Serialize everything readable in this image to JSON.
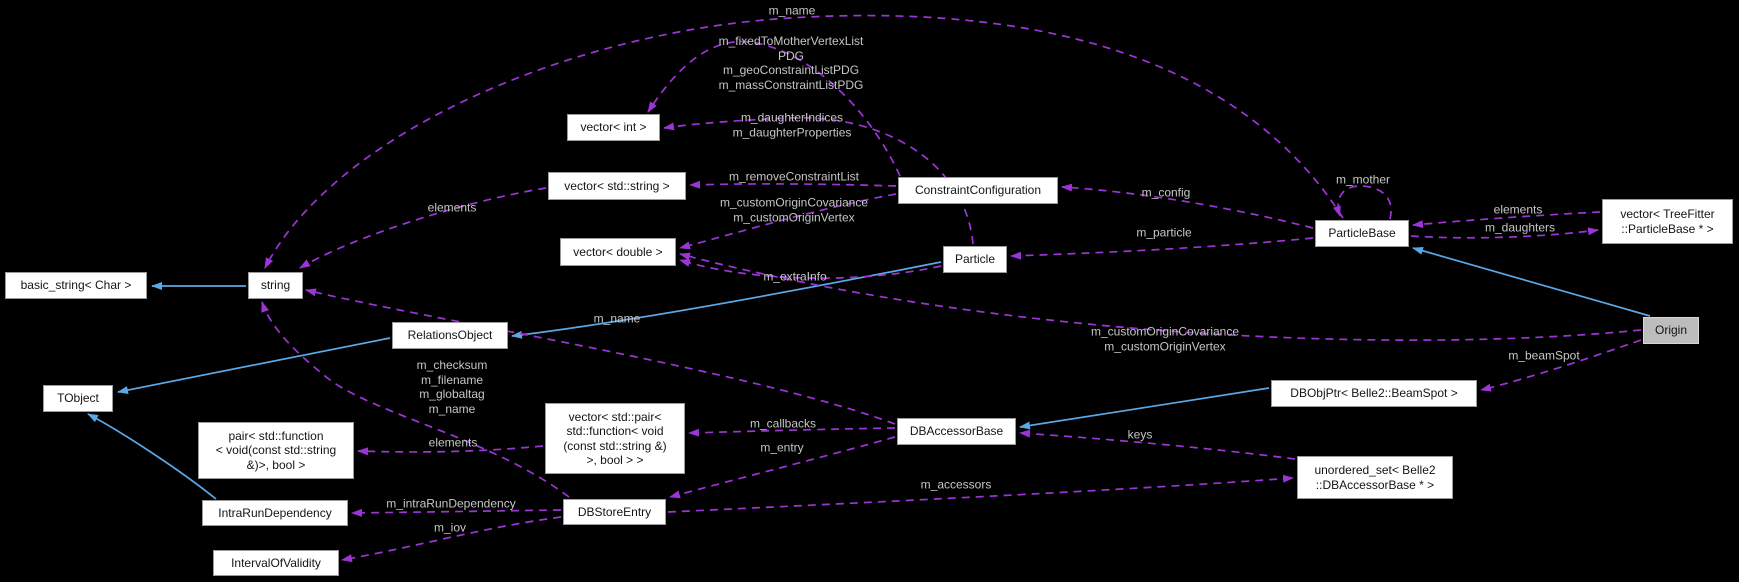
{
  "diagram": {
    "type": "collaboration-graph",
    "highlighted_node": "Origin",
    "colors": {
      "background": "#000000",
      "node_fill": "#ffffff",
      "node_border": "#9a9a9a",
      "node_text": "#141414",
      "highlight_fill": "#bdbdbd",
      "usage_edge": "#9c35d6",
      "inheritance_edge": "#5aa8e8",
      "edge_label_text": "#c6c6c6"
    },
    "nodes": [
      {
        "id": "vector-int",
        "label": "vector< int >"
      },
      {
        "id": "vector-std-string",
        "label": "vector< std::string >"
      },
      {
        "id": "vector-double",
        "label": "vector< double >"
      },
      {
        "id": "constraint-configuration",
        "label": "ConstraintConfiguration"
      },
      {
        "id": "particle",
        "label": "Particle"
      },
      {
        "id": "particle-base",
        "label": "ParticleBase"
      },
      {
        "id": "vector-treefitter-particlebase",
        "label": "vector< TreeFitter\n::ParticleBase * >"
      },
      {
        "id": "origin",
        "label": "Origin"
      },
      {
        "id": "basic-string-char",
        "label": "basic_string< Char >"
      },
      {
        "id": "string",
        "label": "string"
      },
      {
        "id": "relations-object",
        "label": "RelationsObject"
      },
      {
        "id": "tobject",
        "label": "TObject"
      },
      {
        "id": "pair-std-function",
        "label": "pair< std::function\n< void(const std::string\n&)>, bool >"
      },
      {
        "id": "vector-std-pair",
        "label": "vector< std::pair<\nstd::function< void\n(const std::string &)\n>, bool > >"
      },
      {
        "id": "db-accessor-base",
        "label": "DBAccessorBase"
      },
      {
        "id": "db-obj-ptr-beamspot",
        "label": "DBObjPtr< Belle2::BeamSpot >"
      },
      {
        "id": "unordered-set-dbaccessorbase",
        "label": "unordered_set< Belle2\n::DBAccessorBase * >"
      },
      {
        "id": "intra-run-dependency",
        "label": "IntraRunDependency"
      },
      {
        "id": "interval-of-validity",
        "label": "IntervalOfValidity"
      },
      {
        "id": "db-store-entry",
        "label": "DBStoreEntry"
      }
    ],
    "edge_labels": [
      {
        "id": "m-name-top",
        "text": "m_name"
      },
      {
        "id": "constraint-lists",
        "text": "m_fixedToMotherVertexList\nPDG\nm_geoConstraintListPDG\nm_massConstraintListPDG"
      },
      {
        "id": "daughter-indices",
        "text": "m_daughterIndices\nm_daughterProperties"
      },
      {
        "id": "remove-constraint-list",
        "text": "m_removeConstraintList"
      },
      {
        "id": "custom-origin-left",
        "text": "m_customOriginCovariance\nm_customOriginVertex"
      },
      {
        "id": "m-config",
        "text": "m_config"
      },
      {
        "id": "m-particle",
        "text": "m_particle"
      },
      {
        "id": "m-mother",
        "text": "m_mother"
      },
      {
        "id": "elements-daughters",
        "text": "elements"
      },
      {
        "id": "m-daughters",
        "text": "m_daughters"
      },
      {
        "id": "m-extrainfo",
        "text": "m_extraInfo"
      },
      {
        "id": "elements-string",
        "text": "elements"
      },
      {
        "id": "m-name-mid",
        "text": "m_name"
      },
      {
        "id": "custom-origin-right",
        "text": "m_customOriginCovariance\nm_customOriginVertex"
      },
      {
        "id": "m-beamspot",
        "text": "m_beamSpot"
      },
      {
        "id": "checksum-block",
        "text": "m_checksum\nm_filename\nm_globaltag\nm_name"
      },
      {
        "id": "elements-pair",
        "text": "elements"
      },
      {
        "id": "m-callbacks",
        "text": "m_callbacks"
      },
      {
        "id": "m-entry",
        "text": "m_entry"
      },
      {
        "id": "keys",
        "text": "keys"
      },
      {
        "id": "m-accessors",
        "text": "m_accessors"
      },
      {
        "id": "m-intrarundependency",
        "text": "m_intraRunDependency"
      },
      {
        "id": "m-iov",
        "text": "m_iov"
      }
    ]
  }
}
